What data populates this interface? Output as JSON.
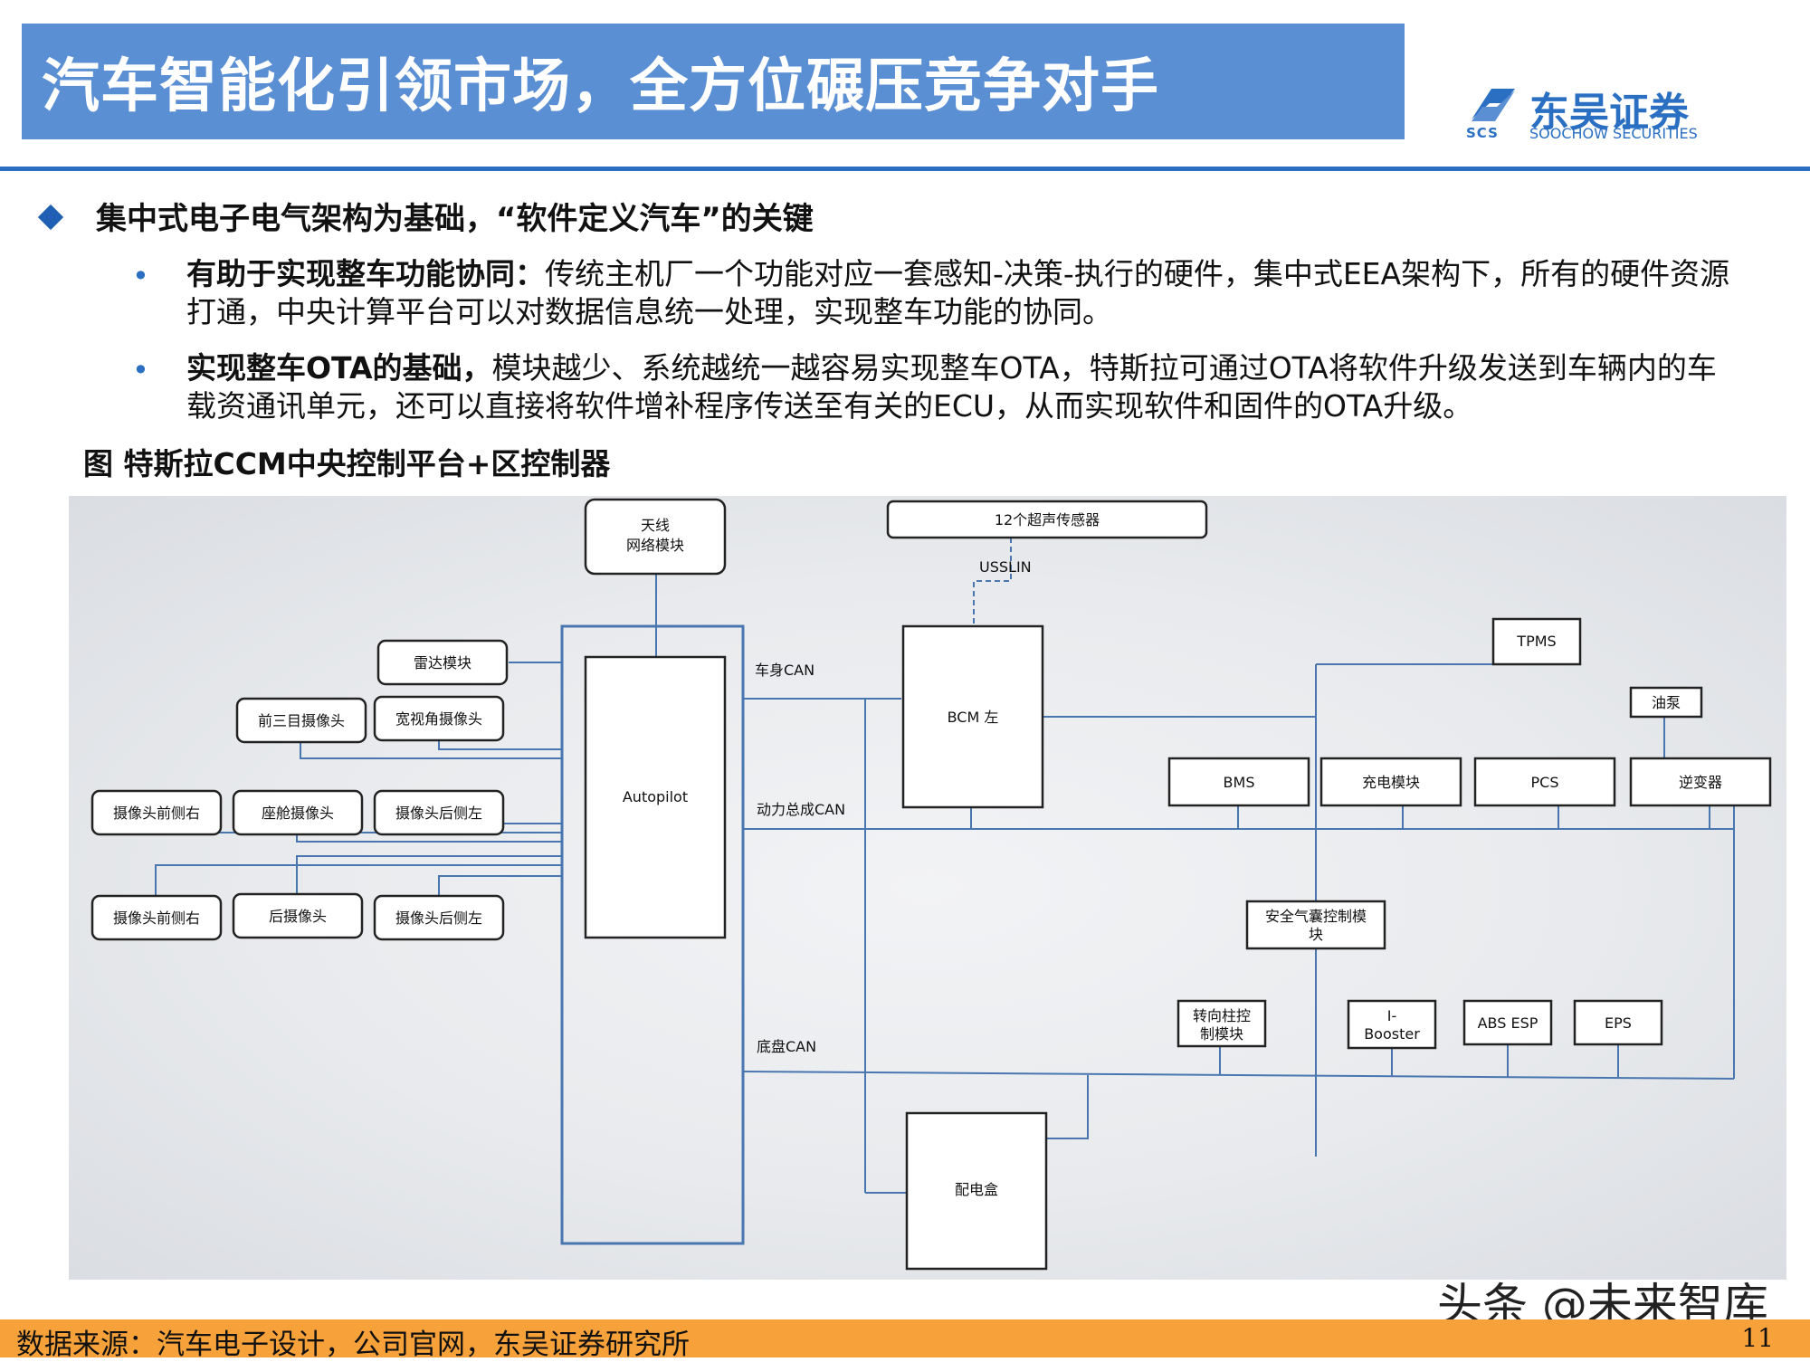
{
  "slide": {
    "title": "汽车智能化引领市场，全方位碾压竞争对手",
    "logo_cn": "东吴证券",
    "logo_en": "SOOCHOW SECURITIES",
    "logo_abbr": "SCS",
    "heading": "集中式电子电气架构为基础，“软件定义汽车”的关键",
    "bullets": [
      {
        "bold": "有助于实现整车功能协同：",
        "text": "传统主机厂一个功能对应一套感知-决策-执行的硬件，集中式EEA架构下，所有的硬件资源打通，中央计算平台可以对数据信息统一处理，实现整车功能的协同。"
      },
      {
        "bold": "实现整车OTA的基础，",
        "text": "模块越少、系统越统一越容易实现整车OTA，特斯拉可通过OTA将软件升级发送到车辆内的车载资通讯单元，还可以直接将软件增补程序传送至有关的ECU，从而实现软件和固件的OTA升级。"
      }
    ],
    "figure_caption": "图  特斯拉CCM中央控制平台+区控制器",
    "source": "数据来源：汽车电子设计，公司官网，东吴证券研究所",
    "page_number": "11",
    "watermark": "头条 @未来智库"
  },
  "diagram": {
    "nodes": {
      "antenna_l1": "天线",
      "antenna_l2": "网络模块",
      "ultrasonic": "12个超声传感器",
      "usslin": "USSLIN",
      "radar": "雷达模块",
      "front_tri_cam": "前三目摄像头",
      "wide_cam": "宽视角摄像头",
      "cam_front_right_1": "摄像头前侧右",
      "cabin_cam": "座舱摄像头",
      "cam_rear_left": "摄像头后侧左",
      "cam_front_right_2": "摄像头前侧右",
      "rear_cam": "后摄像头",
      "cam_rear_side_left": "摄像头后侧左",
      "autopilot": "Autopilot",
      "bcm": "BCM 左",
      "tpms": "TPMS",
      "oil_pump": "油泵",
      "bms": "BMS",
      "charger": "充电模块",
      "pcs": "PCS",
      "inverter": "逆变器",
      "airbag_l1": "安全气囊控制模",
      "airbag_l2": "块",
      "steering_l1": "转向柱控",
      "steering_l2": "制模块",
      "ibooster_l1": "I-",
      "ibooster_l2": "Booster",
      "abs_esp": "ABS ESP",
      "eps": "EPS",
      "power_box": "配电盒"
    },
    "buses": {
      "body_can": "车身CAN",
      "powertrain_can": "动力总成CAN",
      "chassis_can": "底盘CAN"
    },
    "colors": {
      "line": "#4a76b0",
      "box_border": "#222222",
      "box_fill": "#ffffff"
    }
  }
}
